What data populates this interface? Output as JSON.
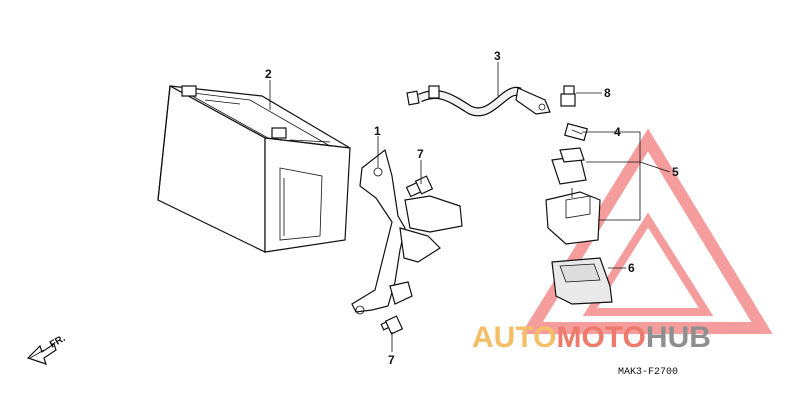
{
  "diagram": {
    "callouts": {
      "c1": "1",
      "c2": "2",
      "c3": "3",
      "c4": "4",
      "c5": "5",
      "c6": "6",
      "c7a": "7",
      "c7b": "7",
      "c8": "8"
    },
    "direction_label": "FR.",
    "figure_code": "MAK3-F2700"
  },
  "watermark": {
    "part1": "AUTO",
    "part2": "MOTO",
    "part3": "HUB",
    "colors": {
      "triangle": "#ee4e4e",
      "auto": "#f4bd68",
      "moto": "#ed7a6a",
      "hub": "#8f8f8f"
    }
  }
}
